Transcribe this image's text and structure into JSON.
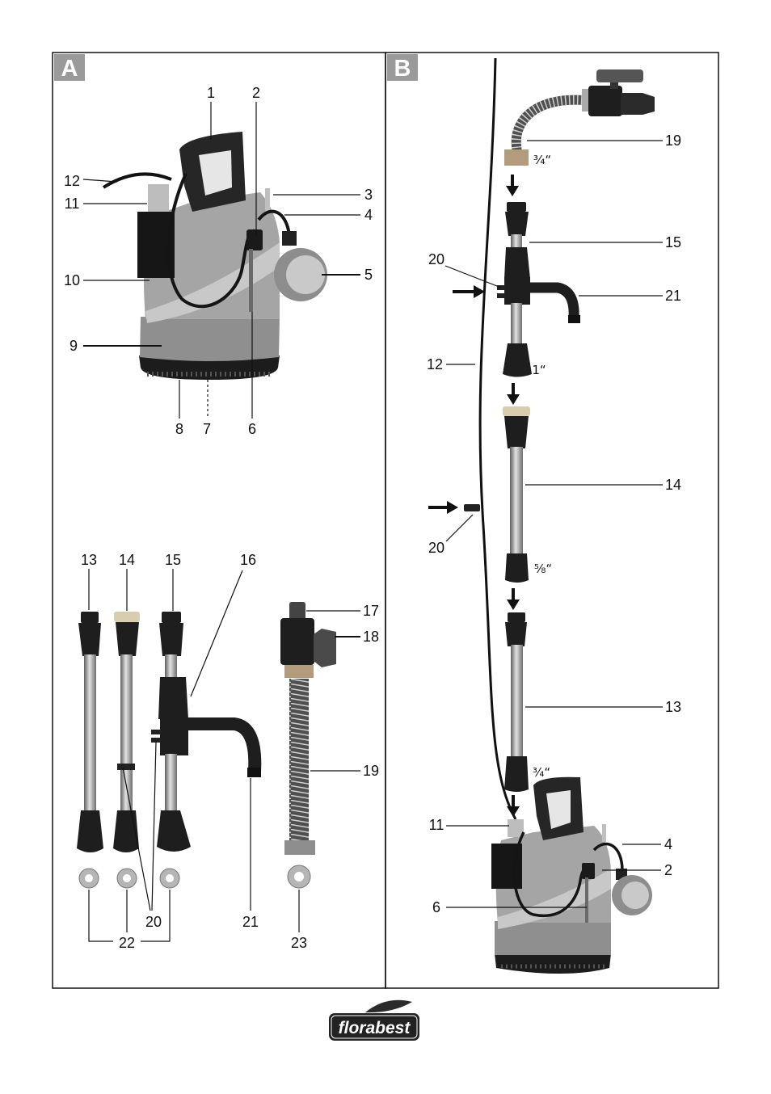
{
  "panel_a": {
    "label": "A",
    "callouts": [
      "1",
      "2",
      "12",
      "11",
      "3",
      "4",
      "5",
      "10",
      "9",
      "8",
      "7",
      "6",
      "13",
      "14",
      "15",
      "16",
      "17",
      "18",
      "19",
      "20",
      "21",
      "22",
      "23"
    ]
  },
  "panel_b": {
    "label": "B",
    "callouts": [
      "19",
      "15",
      "20",
      "21",
      "12",
      "14",
      "20",
      "13",
      "11",
      "4",
      "2",
      "6"
    ],
    "fittings": [
      "³⁄₄“",
      "1“",
      "⁵⁄₈“",
      "³⁄₄“"
    ]
  },
  "logo": {
    "text": "florabest"
  },
  "colors": {
    "panel_label_bg": "#9a9a9a",
    "part_dark": "#1e1e1e",
    "pump_body": "#a5a5a5"
  }
}
